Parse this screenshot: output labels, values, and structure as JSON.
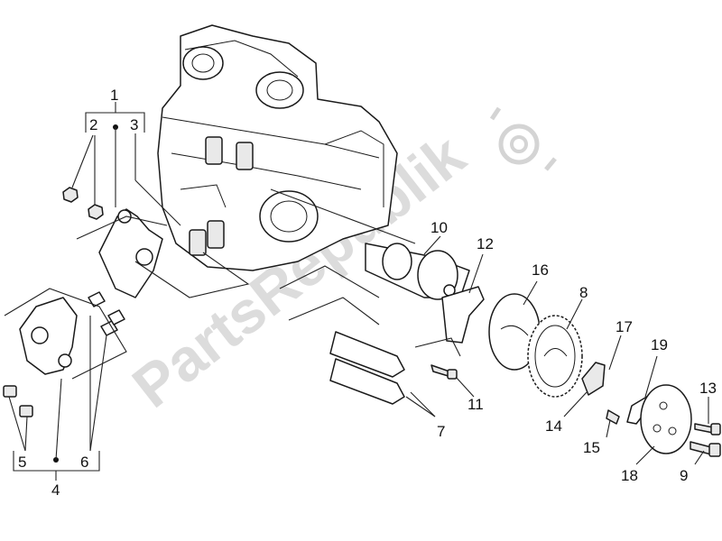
{
  "watermark": {
    "text": "PartsRepublik",
    "icon": "gear-icon"
  },
  "callouts": {
    "n1": "1",
    "n2": "2",
    "n3": "3",
    "n4": "4",
    "n5": "5",
    "n6": "6",
    "n7": "7",
    "n8": "8",
    "n9": "9",
    "n10": "10",
    "n11": "11",
    "n12": "12",
    "n13": "13",
    "n14": "14",
    "n15": "15",
    "n16": "16",
    "n17": "17",
    "n18": "18",
    "n19": "19"
  }
}
